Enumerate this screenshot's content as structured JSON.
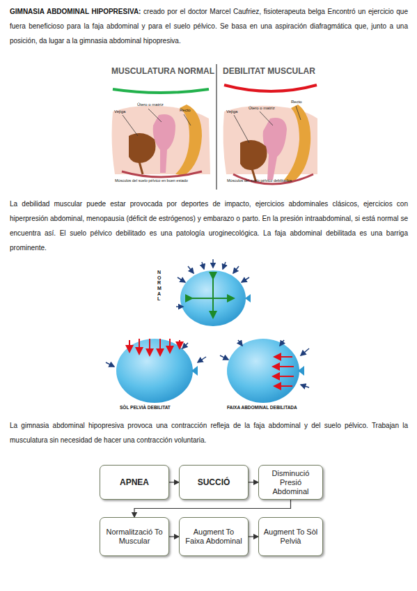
{
  "diagram": {
    "title": "GIMNASIA ABDOMINAL HIPOPRESIVA:",
    "nodes": [
      {
        "text": [
          "APNEA"
        ]
      },
      {
        "text": [
          "SUCCIÓ"
        ]
      },
      {
        "text": [
          "Disminució Presió Abdominal"
        ]
      },
      {
        "text": [
          "Normalització To Muscular"
        ]
      },
      {
        "text": [
          "Augment To Faixa Abdominal"
        ]
      },
      {
        "text": [
          "Augment To Sòl Pelvià"
        ]
      }
    ],
    "edges": [
      {
        "from": 0,
        "to": 1,
        "arrow": "to"
      },
      {
        "from": 1,
        "to": 2,
        "arrow": "to"
      },
      {
        "from": 2,
        "to": 3,
        "arrow": "to"
      },
      {
        "from": 3,
        "to": 4,
        "arrow": "to"
      },
      {
        "from": 4,
        "to": 5,
        "arrow": "to"
      }
    ],
    "labels": [
      "creado por el doctor Marcel Caufriez, fisioterapeuta belga Encontró un ejercicio que fuera beneficioso para la faja abdominal y para el suelo pélvico. Se basa en una aspiración diafragmática que, junto a una posición, da lugar a la gimnasia abdominal hipopresiva.",
      "MUSCULATURA NORMAL",
      "DEBILITAT MUSCULAR",
      "Útero o matriz",
      "Recto",
      "Vejiga",
      "Músculos del suelo pélvico en buen estado",
      "Útero o matriz",
      "Recto",
      "Vejiga",
      "Músculos del suelo pélvico debilitados",
      "La debilidad muscular puede estar provocada por deportes de impacto, ejercicios abdominales clásicos, ejercicios con hiperpresión abdominal, menopausia (déficit de estrógenos) y embarazo o parto. En la presión intraabdominal, si está normal se encuentra así. El suelo pélvico debilitado es una patología uroginecológica. La faja abdominal debilitada es una barriga prominente.",
      "NORMAL",
      "SÒL PELVIÀ DEBILITAT",
      "FAIXA ABDOMINAL DEBILITADA",
      "La gimnasia abdominal hipopresiva provoca una contracción refleja de la faja abdominal y del suelo pélvico. Trabajan la musculatura sin necesidad de hacer una contracción voluntaria."
    ]
  }
}
